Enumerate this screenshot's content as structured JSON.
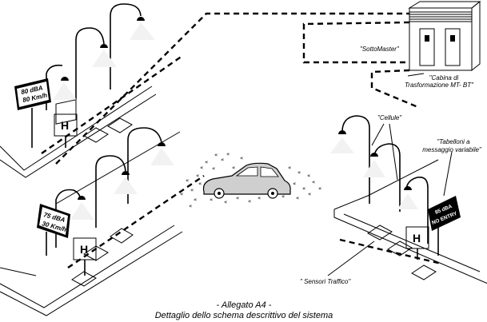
{
  "labels": {
    "sottomaster": "\"SottoMaster\"",
    "cabina_line1": "\"Cabina di",
    "cabina_line2": "Trasformazione MT- BT\"",
    "cellule": "\"Cellule\"",
    "tabelloni_line1": "\"Tabelloni a",
    "tabelloni_line2": "messaggio variabile\"",
    "sensori": "\" Sensori Traffico\""
  },
  "signs": {
    "top_left_line1": "80 dBA",
    "top_left_line2": "80 Km/h",
    "bottom_left_line1": "75 dBA",
    "bottom_left_line2": "30 Km/h",
    "right_line1": "85 dBA",
    "right_line2": "NO ENTRY",
    "h_letter": "H"
  },
  "caption": {
    "line1": "- Allegato A4 -",
    "line2": "Dettaglio dello schema descrittivo del sistema"
  },
  "noise_glyph": "«",
  "colors": {
    "stroke": "#000000",
    "car_fill": "#cfcfcf",
    "light_cone": "#f2f2f2",
    "background": "#ffffff"
  }
}
